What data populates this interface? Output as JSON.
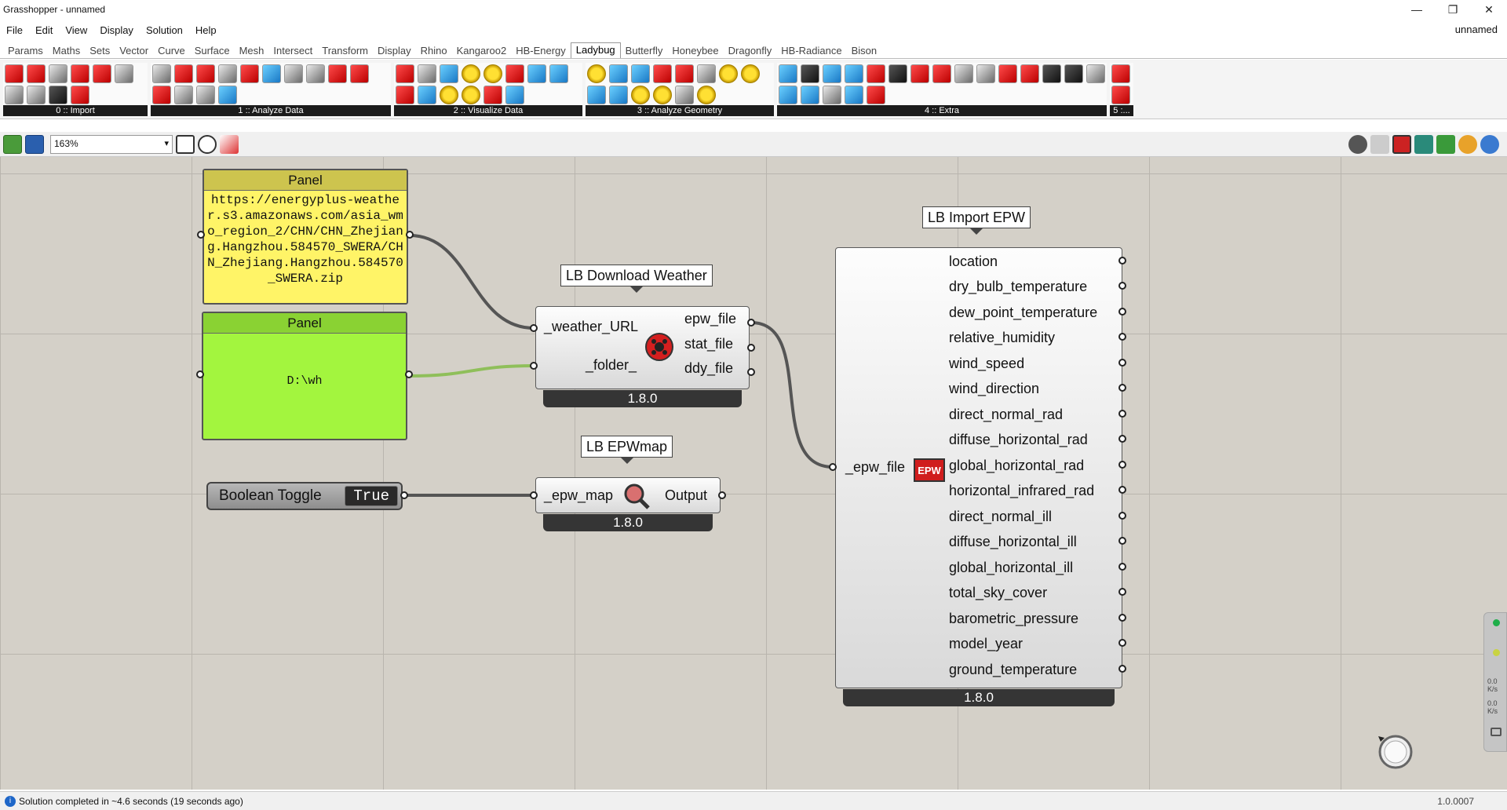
{
  "window": {
    "title": "Grasshopper - unnamed",
    "minimize": "—",
    "maximize": "❐",
    "close": "✕",
    "doc_name": "unnamed"
  },
  "menu": [
    "File",
    "Edit",
    "View",
    "Display",
    "Solution",
    "Help"
  ],
  "tabs": [
    "Params",
    "Maths",
    "Sets",
    "Vector",
    "Curve",
    "Surface",
    "Mesh",
    "Intersect",
    "Transform",
    "Display",
    "Rhino",
    "Kangaroo2",
    "HB-Energy",
    "Ladybug",
    "Butterfly",
    "Honeybee",
    "Dragonfly",
    "HB-Radiance",
    "Bison"
  ],
  "active_tab": "Ladybug",
  "ribbon_groups": [
    {
      "label": "0 :: Import"
    },
    {
      "label": "1 :: Analyze Data"
    },
    {
      "label": "2 :: Visualize Data"
    },
    {
      "label": "3 :: Analyze Geometry"
    },
    {
      "label": "4 :: Extra"
    },
    {
      "label": "5 :..."
    }
  ],
  "toolbar": {
    "zoom": "163%"
  },
  "canvas": {
    "panel_url": {
      "title": "Panel",
      "text": "https://energyplus-weather.s3.amazonaws.com/asia_wmo_region_2/CHN/CHN_Zhejiang.Hangzhou.584570_SWERA/CHN_Zhejiang.Hangzhou.584570_SWERA.zip"
    },
    "panel_folder": {
      "title": "Panel",
      "text": "D:\\wh"
    },
    "download_weather": {
      "name": "LB Download Weather",
      "inputs": [
        "_weather_URL",
        "_folder_"
      ],
      "outputs": [
        "epw_file",
        "stat_file",
        "ddy_file"
      ],
      "version": "1.8.0"
    },
    "boolean_toggle": {
      "label": "Boolean Toggle",
      "value": "True"
    },
    "epwmap": {
      "name": "LB EPWmap",
      "input": "_epw_map",
      "output": "Output",
      "version": "1.8.0"
    },
    "import_epw": {
      "name": "LB Import EPW",
      "input": "_epw_file",
      "icon_text": "EPW",
      "outputs": [
        "location",
        "dry_bulb_temperature",
        "dew_point_temperature",
        "relative_humidity",
        "wind_speed",
        "wind_direction",
        "direct_normal_rad",
        "diffuse_horizontal_rad",
        "global_horizontal_rad",
        "horizontal_infrared_rad",
        "direct_normal_ill",
        "diffuse_horizontal_ill",
        "global_horizontal_ill",
        "total_sky_cover",
        "barometric_pressure",
        "model_year",
        "ground_temperature"
      ],
      "version": "1.8.0"
    }
  },
  "sidebar": {
    "fps1": "0.0",
    "unit1": "K/s",
    "fps2": "0.0",
    "unit2": "K/s"
  },
  "status": {
    "message": "Solution completed in ~4.6 seconds (19 seconds ago)",
    "version": "1.0.0007"
  },
  "colors": {
    "canvas": "#d4d0c8",
    "panel_yellow": "#fff467",
    "panel_green": "#a3f53e",
    "wire": "#555555",
    "wire_green": "#8fbf5a"
  }
}
